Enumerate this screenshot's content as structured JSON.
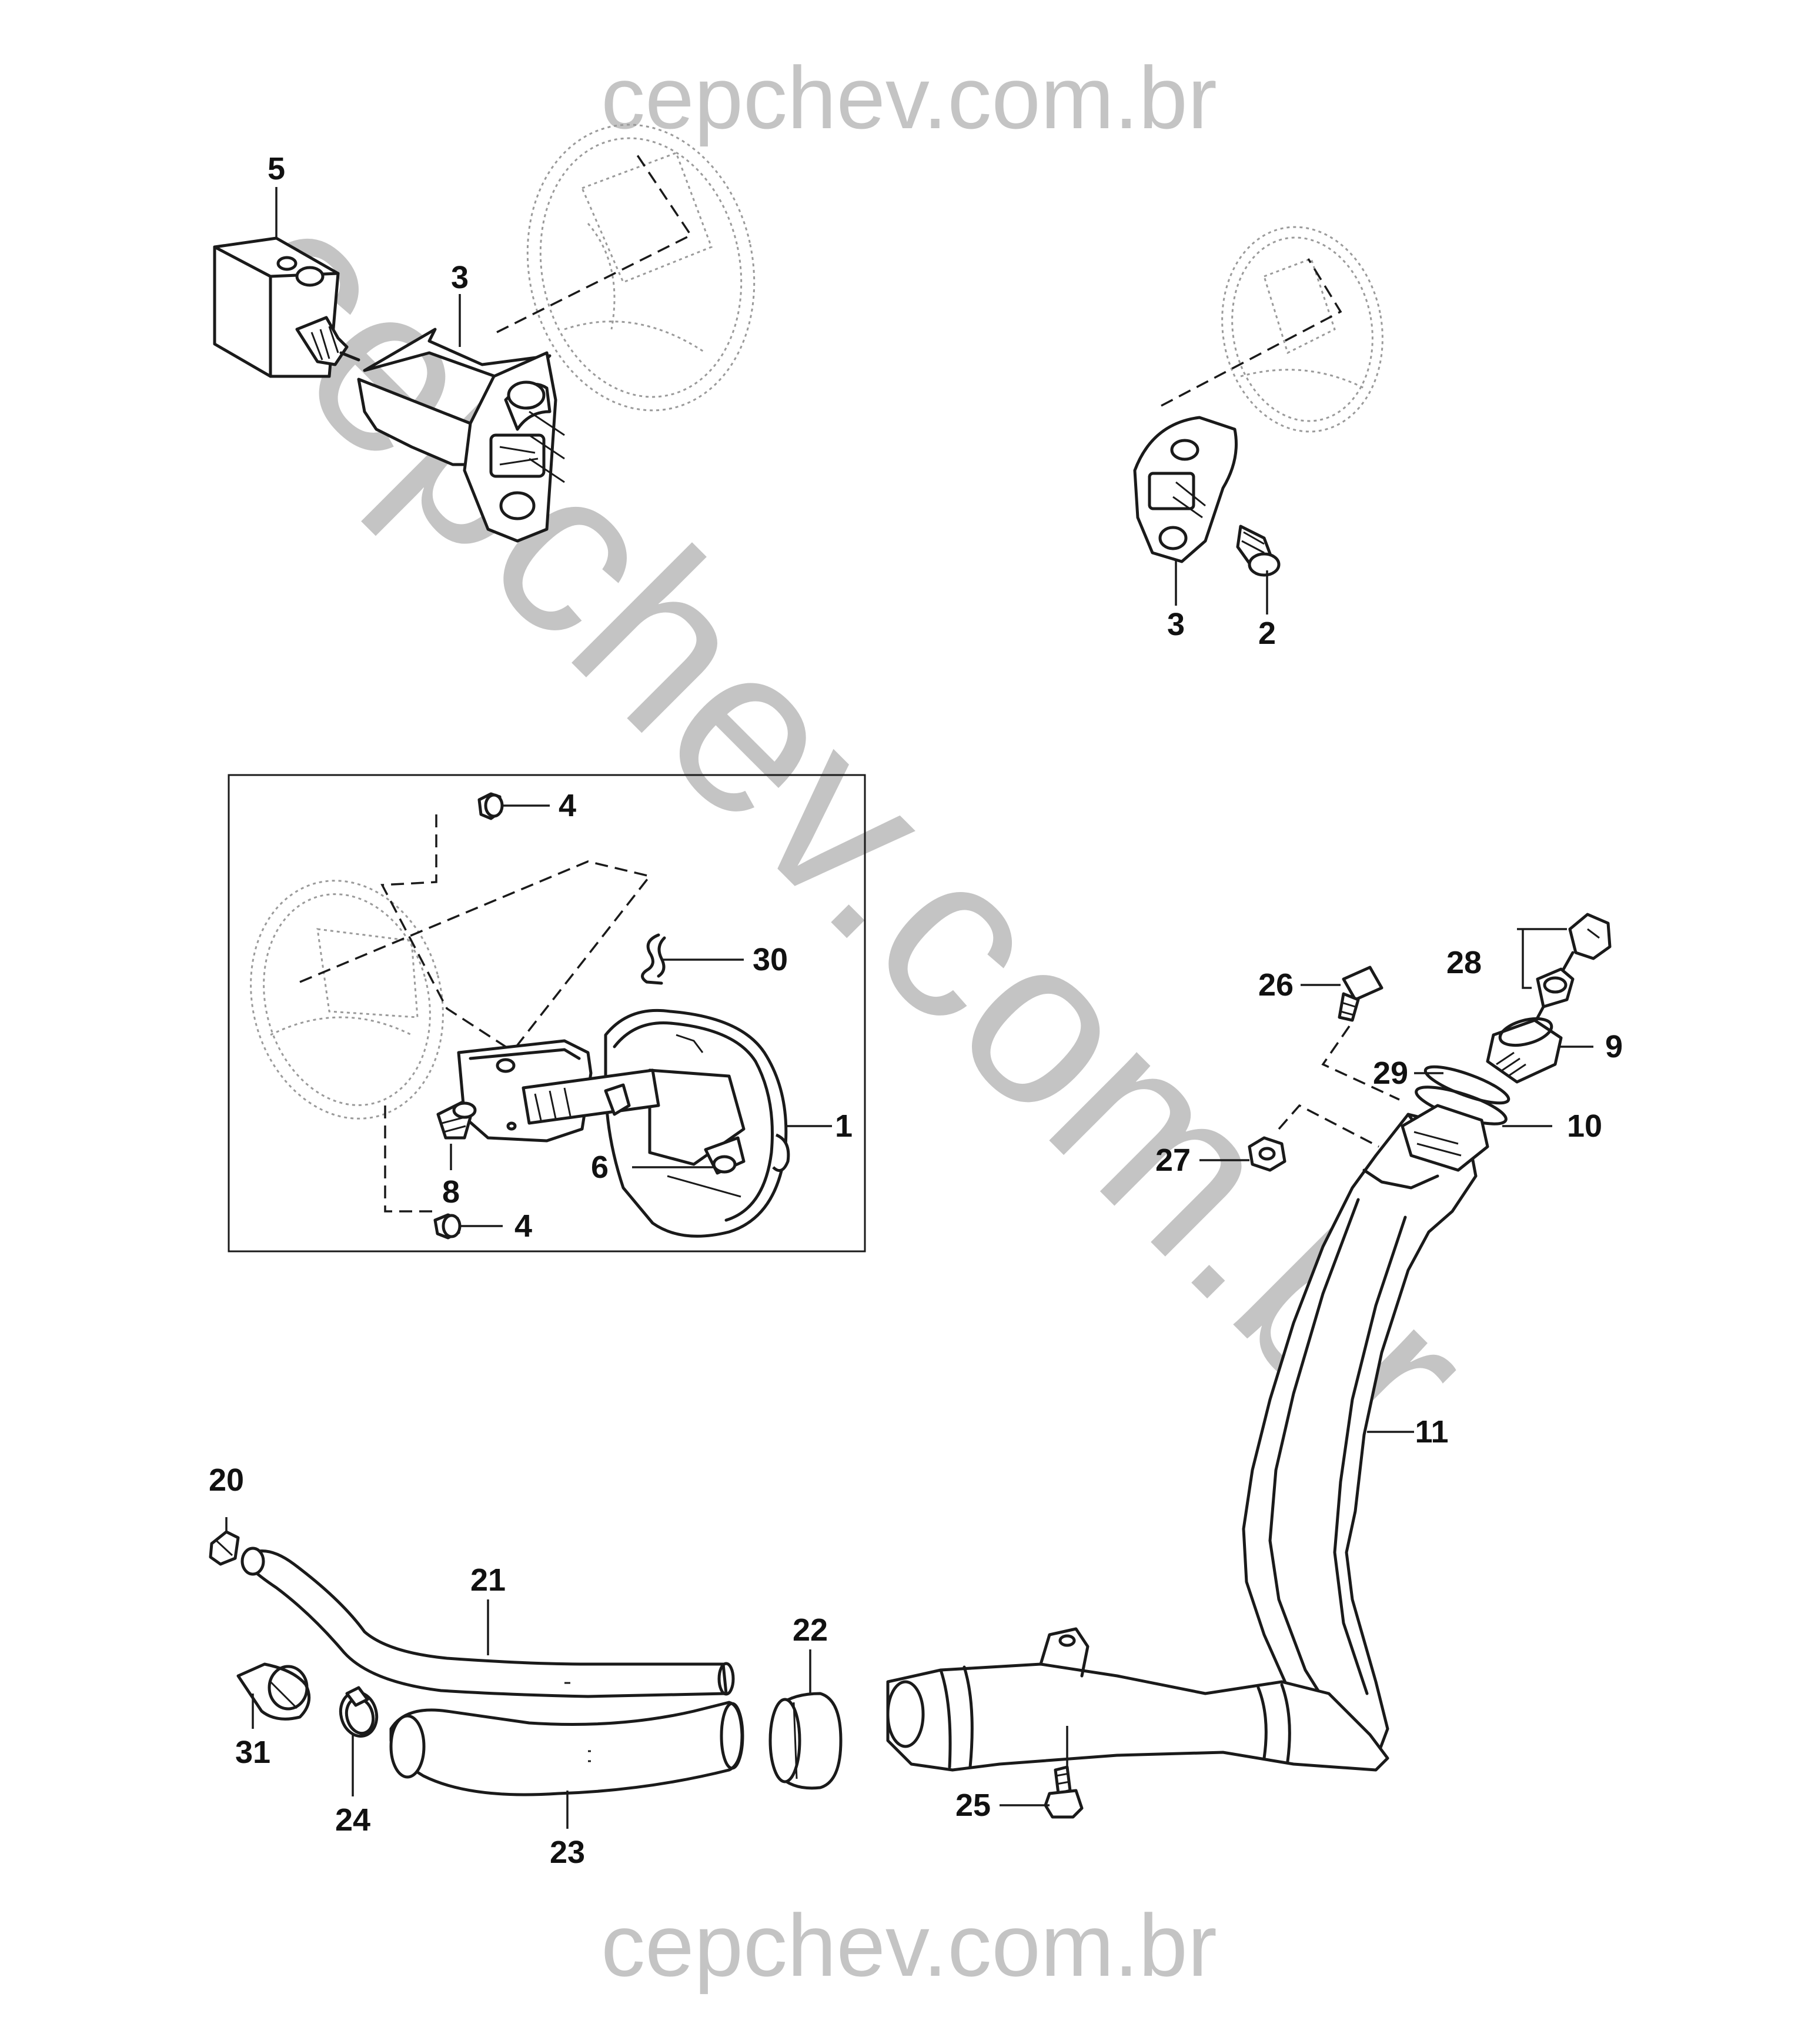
{
  "watermark": {
    "top": "cepchev.com.br",
    "bottom": "cepchev.com.br",
    "diagonal": "cepchev.com.br"
  },
  "callouts": [
    {
      "id": "c5",
      "text": "5"
    },
    {
      "id": "c3a",
      "text": "3"
    },
    {
      "id": "c3b",
      "text": "3"
    },
    {
      "id": "c2",
      "text": "2"
    },
    {
      "id": "c4a",
      "text": "4"
    },
    {
      "id": "c30",
      "text": "30"
    },
    {
      "id": "c1",
      "text": "1"
    },
    {
      "id": "c6",
      "text": "6"
    },
    {
      "id": "c8",
      "text": "8"
    },
    {
      "id": "c4b",
      "text": "4"
    },
    {
      "id": "c28",
      "text": "28"
    },
    {
      "id": "c26",
      "text": "26"
    },
    {
      "id": "c9",
      "text": "9"
    },
    {
      "id": "c29",
      "text": "29"
    },
    {
      "id": "c10",
      "text": "10"
    },
    {
      "id": "c27",
      "text": "27"
    },
    {
      "id": "c11",
      "text": "11"
    },
    {
      "id": "c20",
      "text": "20"
    },
    {
      "id": "c21",
      "text": "21"
    },
    {
      "id": "c22",
      "text": "22"
    },
    {
      "id": "c31",
      "text": "31"
    },
    {
      "id": "c24",
      "text": "24"
    },
    {
      "id": "c23",
      "text": "23"
    },
    {
      "id": "c25",
      "text": "25"
    }
  ]
}
